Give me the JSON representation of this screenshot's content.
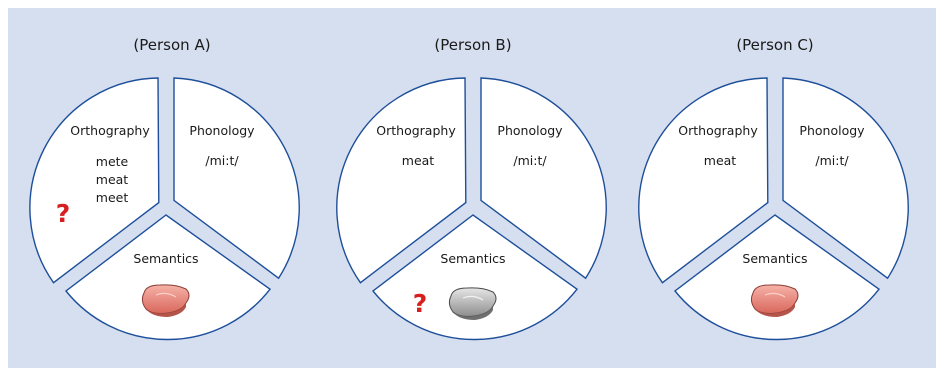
{
  "persons": [
    {
      "title": "(Person A)",
      "orthography": {
        "label": "Orthography",
        "words": [
          "mete",
          "meat",
          "meet"
        ]
      },
      "phonology": {
        "label": "Phonology",
        "value": "/mi:t/"
      },
      "semantics": {
        "label": "Semantics",
        "image": "raw-meat-steak"
      },
      "question_mark": "?",
      "question_location": "orthography"
    },
    {
      "title": "(Person B)",
      "orthography": {
        "label": "Orthography",
        "words": [
          "meat"
        ]
      },
      "phonology": {
        "label": "Phonology",
        "value": "/mi:t/"
      },
      "semantics": {
        "label": "Semantics",
        "image": "grey-meat-steak"
      },
      "question_mark": "?",
      "question_location": "semantics"
    },
    {
      "title": "(Person C)",
      "orthography": {
        "label": "Orthography",
        "words": [
          "meat"
        ]
      },
      "phonology": {
        "label": "Phonology",
        "value": "/mi:t/"
      },
      "semantics": {
        "label": "Semantics",
        "image": "raw-meat-steak"
      },
      "question_mark": "",
      "question_location": ""
    }
  ],
  "colors": {
    "background": "#d6dff0",
    "outline": "#1e4f9a",
    "question_mark": "#d62020",
    "meat_raw": "#e98a80",
    "meat_grey": "#b8b8b8"
  }
}
